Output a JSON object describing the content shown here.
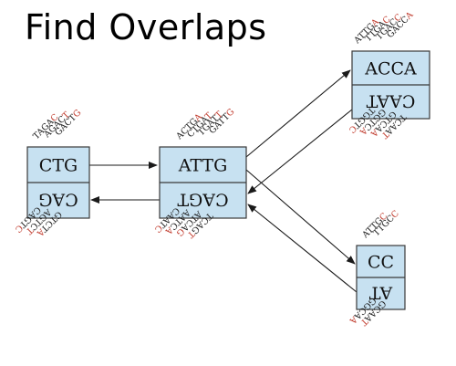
{
  "title": "Find Overlaps",
  "colors": {
    "node_fill": "#c7e1f1",
    "highlight": "#c0392b"
  },
  "nodes": [
    {
      "id": "n1",
      "top": "CTG",
      "bottom": "CAG",
      "top_kmers": [
        [
          "TAGA",
          "C"
        ],
        [
          "AGAC",
          "T"
        ],
        [
          "GACT",
          "G"
        ]
      ],
      "bottom_kmers": [
        [
          "CAGT",
          "C"
        ],
        [
          "AGTC",
          "T"
        ],
        [
          "GTCT",
          "A"
        ]
      ]
    },
    {
      "id": "n2",
      "top": "ATTG",
      "bottom": "CAGT",
      "top_kmers": [
        [
          "ACTG",
          "A"
        ],
        [
          "CTGA",
          "T"
        ],
        [
          "TGAT",
          "T"
        ],
        [
          "GATT",
          "G"
        ]
      ],
      "bottom_kmers": [
        [
          "CAAT",
          "C"
        ],
        [
          "AATC",
          "A"
        ],
        [
          "ATCA",
          "G"
        ],
        [
          "TCAG",
          "T"
        ]
      ]
    },
    {
      "id": "n3",
      "top": "ACCA",
      "bottom": "CAAT",
      "top_kmers": [
        [
          "ATTG",
          "A"
        ],
        [
          "TTGA",
          "C"
        ],
        [
          "TGAC",
          "C"
        ],
        [
          "GACC",
          "A"
        ]
      ],
      "bottom_kmers": [
        [
          "TGGT",
          "C"
        ],
        [
          "GGTC",
          "A"
        ],
        [
          "GTCA",
          "A"
        ],
        [
          "TCAA",
          "T"
        ]
      ]
    },
    {
      "id": "n4",
      "top": "CC",
      "bottom": "AT",
      "top_kmers": [
        [
          "ATTG",
          "C"
        ],
        [
          "TTGC",
          "C"
        ]
      ],
      "bottom_kmers": [
        [
          "GGCA",
          "A"
        ],
        [
          "GCAA",
          "T"
        ]
      ]
    }
  ]
}
